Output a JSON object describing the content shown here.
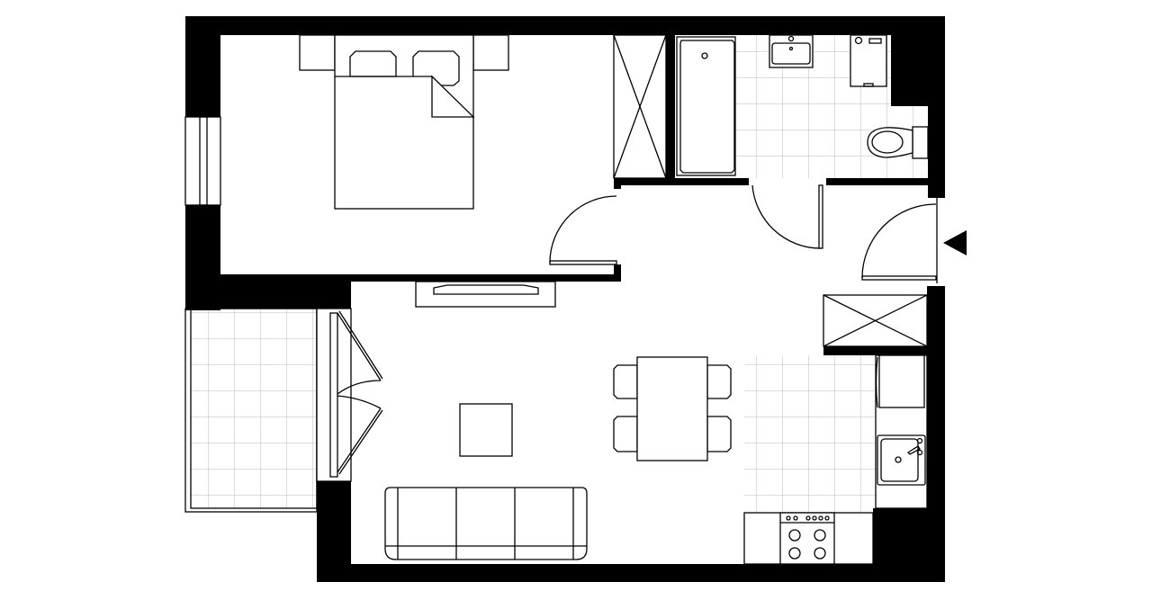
{
  "diagram": {
    "type": "floor-plan",
    "colors": {
      "wall": "#000000",
      "background": "#ffffff",
      "tile_grid": "#bbbbbb"
    },
    "rooms": [
      "bedroom",
      "bathroom",
      "living-room",
      "kitchen",
      "balcony",
      "hallway"
    ],
    "entrance_marker": "triangle-arrow-icon"
  }
}
